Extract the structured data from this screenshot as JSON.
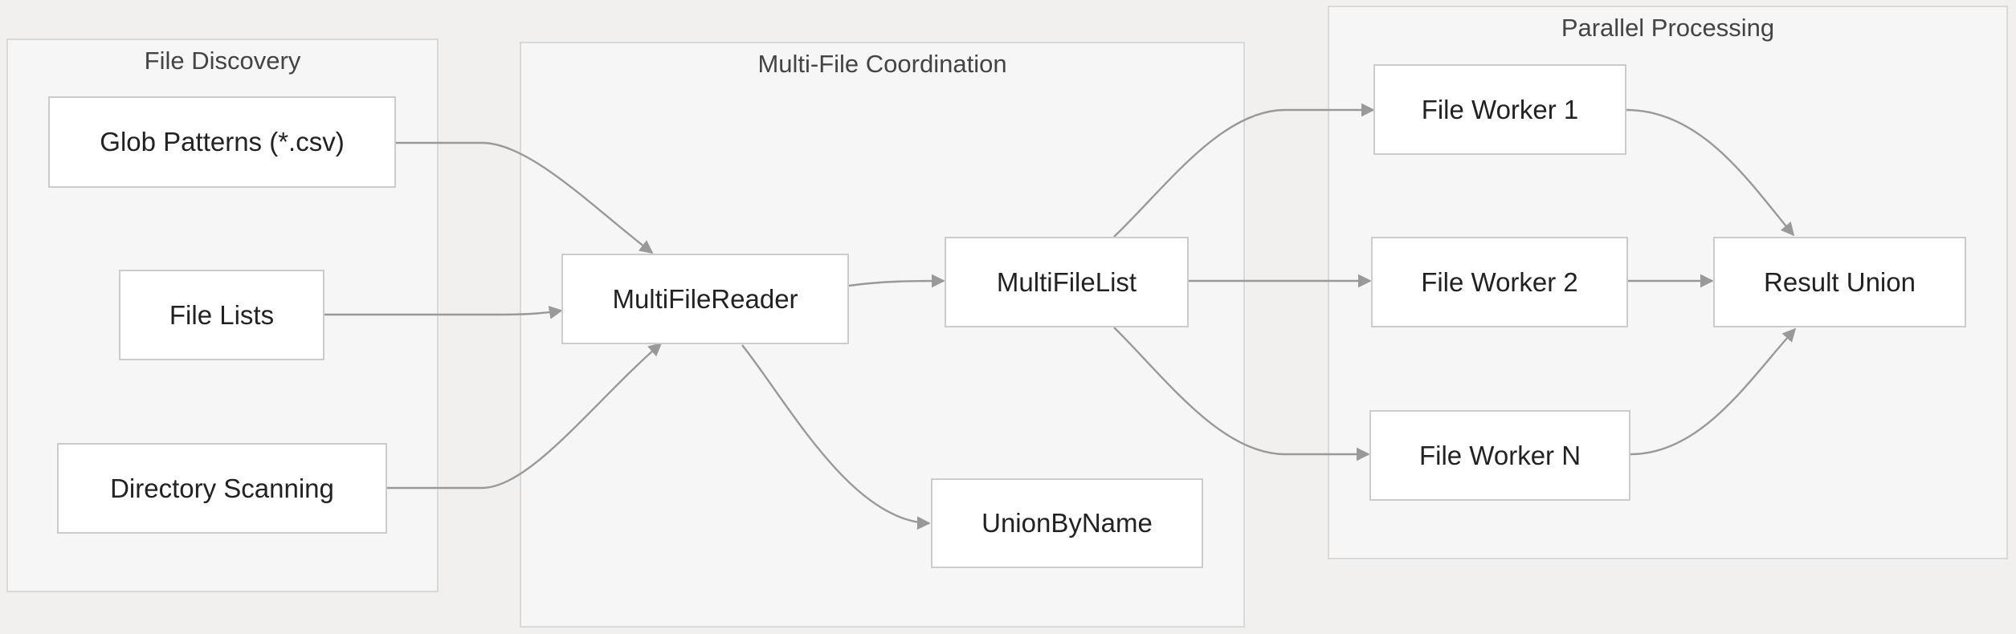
{
  "groups": {
    "discovery": "File Discovery",
    "coordination": "Multi-File Coordination",
    "parallel": "Parallel Processing"
  },
  "nodes": {
    "glob": "Glob Patterns (*.csv)",
    "lists": "File Lists",
    "dirscan": "Directory Scanning",
    "reader": "MultiFileReader",
    "filelist": "MultiFileList",
    "union_by_name": "UnionByName",
    "worker1": "File Worker 1",
    "worker2": "File Worker 2",
    "workerN": "File Worker N",
    "result": "Result Union"
  },
  "edges": [
    {
      "from": "glob",
      "to": "reader"
    },
    {
      "from": "lists",
      "to": "reader"
    },
    {
      "from": "dirscan",
      "to": "reader"
    },
    {
      "from": "reader",
      "to": "filelist"
    },
    {
      "from": "reader",
      "to": "union_by_name"
    },
    {
      "from": "filelist",
      "to": "worker1"
    },
    {
      "from": "filelist",
      "to": "worker2"
    },
    {
      "from": "filelist",
      "to": "workerN"
    },
    {
      "from": "worker1",
      "to": "result"
    },
    {
      "from": "worker2",
      "to": "result"
    },
    {
      "from": "workerN",
      "to": "result"
    }
  ],
  "colors": {
    "background": "#f1f0ef",
    "group_fill": "#f6f6f6",
    "node_fill": "#ffffff",
    "edge": "#999999"
  }
}
